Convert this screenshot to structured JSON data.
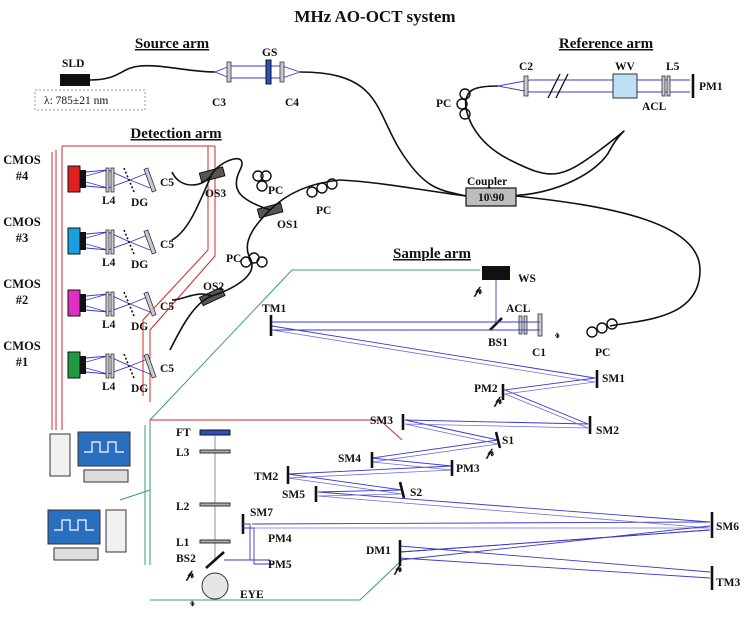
{
  "title": "MHz AO-OCT system",
  "sections": {
    "source": "Source arm",
    "reference": "Reference arm",
    "detection": "Detection arm",
    "sample": "Sample arm"
  },
  "source_labels": {
    "sld": "SLD",
    "wavelength": "λ: 785±21 nm",
    "gs": "GS",
    "c3": "C3",
    "c4": "C4"
  },
  "reference_labels": {
    "c2": "C2",
    "wv": "WV",
    "l5": "L5",
    "acl": "ACL",
    "pm1": "PM1",
    "pc": "PC"
  },
  "coupler": {
    "name": "Coupler",
    "ratio": "10\\90"
  },
  "cameras": [
    {
      "name": "CMOS",
      "num": "#4",
      "color": "#e02020"
    },
    {
      "name": "CMOS",
      "num": "#3",
      "color": "#1aa0e0"
    },
    {
      "name": "CMOS",
      "num": "#2",
      "color": "#e030c0"
    },
    {
      "name": "CMOS",
      "num": "#1",
      "color": "#1f9a40"
    }
  ],
  "detection_labels": {
    "l4": "L4",
    "dg": "DG",
    "c5": "C5",
    "os3": "OS3",
    "os1": "OS1",
    "os2": "OS2",
    "pc": "PC"
  },
  "sample_labels": {
    "ws": "WS",
    "tm1": "TM1",
    "bs1": "BS1",
    "acl": "ACL",
    "c1": "C1",
    "pc": "PC",
    "pm2": "PM2",
    "sm1": "SM1",
    "sm2": "SM2",
    "sm3": "SM3",
    "s1": "S1",
    "sm4": "SM4",
    "pm3": "PM3",
    "tm2": "TM2",
    "sm5": "SM5",
    "s2": "S2",
    "sm6": "SM6",
    "sm7": "SM7",
    "dm1": "DM1",
    "tm3": "TM3",
    "ft": "FT",
    "l3": "L3",
    "l2": "L2",
    "l1": "L1",
    "bs2": "BS2",
    "pm4": "PM4",
    "pm5": "PM5",
    "eye": "EYE",
    "p": "𝓅",
    "r": "𝓇"
  }
}
